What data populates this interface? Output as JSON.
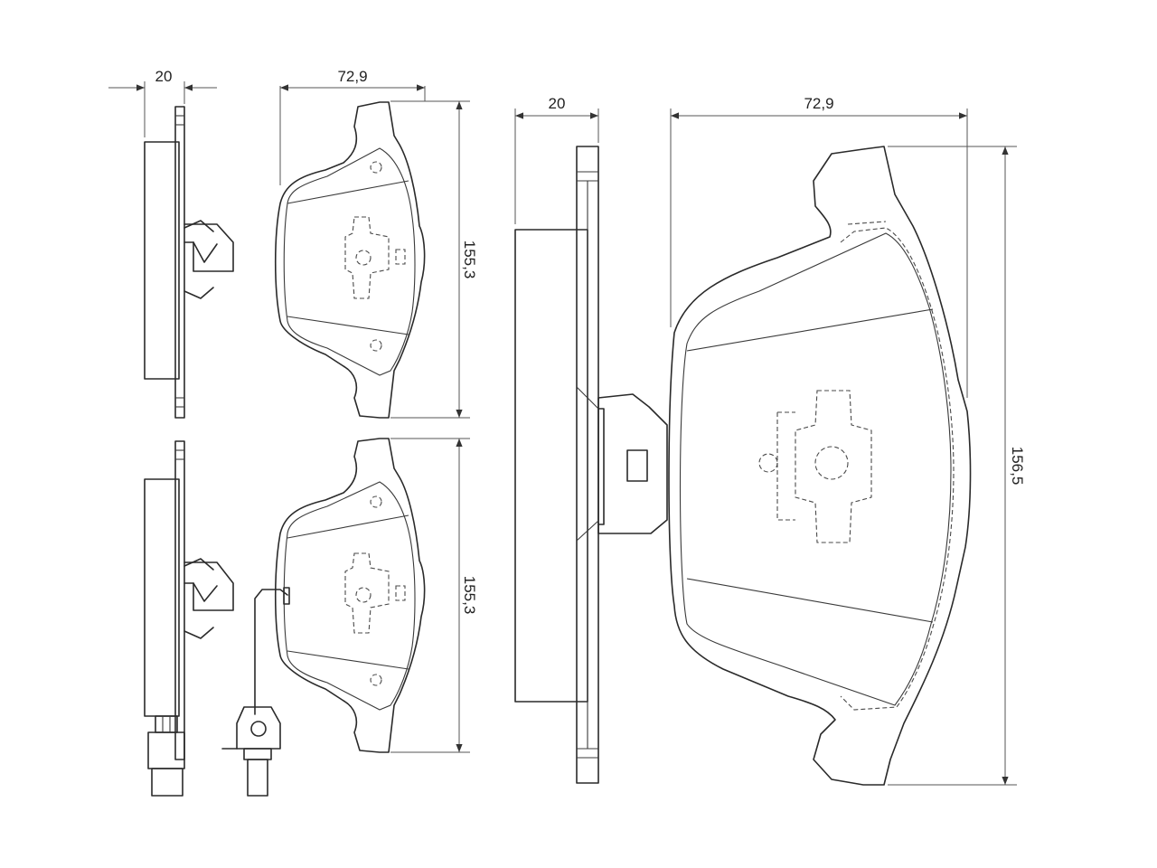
{
  "dimensions": {
    "side_top_thickness": "20",
    "pad_top_width": "72,9",
    "pad_top_height": "155,3",
    "pad_bottom_height": "155,3",
    "side_large_thickness": "20",
    "pad_large_width": "72,9",
    "pad_large_height": "156,5"
  }
}
